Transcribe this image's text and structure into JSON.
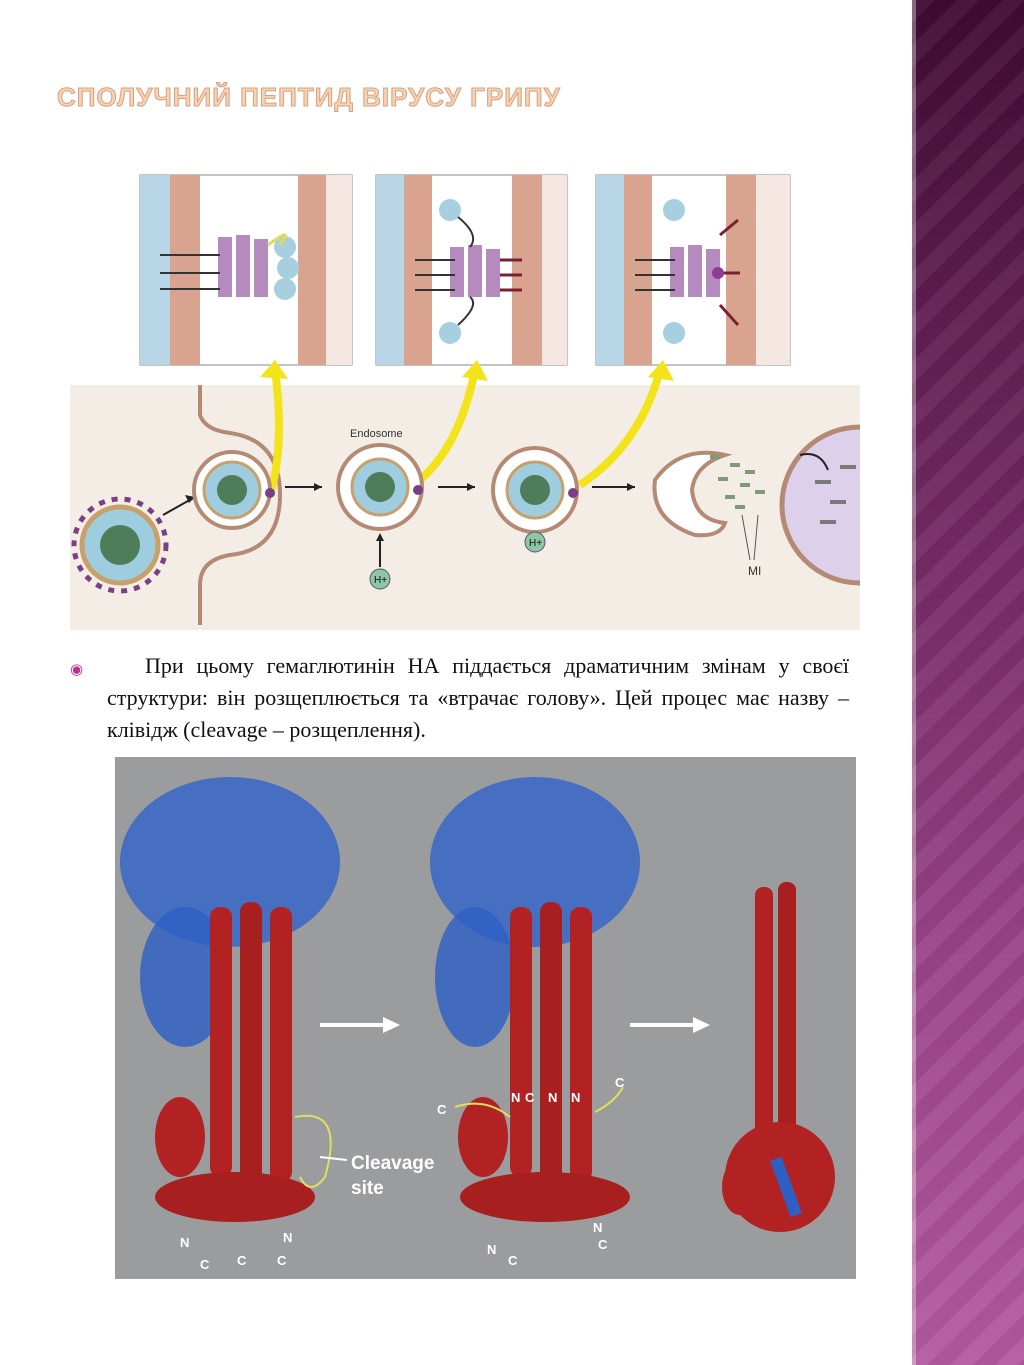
{
  "slide": {
    "title": "СПОЛУЧНИЙ ПЕПТИД ВІРУСУ ГРИПУ",
    "paragraph": "При цьому гемаглютинін НА піддається драматичним змінам у своєї структури: він розщеплюється та «втрачає голову». Цей процес має назву – клівідж (cleavage – розщеплення)."
  },
  "figure1": {
    "endosome_label": "Endosome",
    "proton_label_1": "H+",
    "proton_label_2": "H+",
    "m1_label": "MI"
  },
  "figure2": {
    "cleavage_label_line1": "Cleavage",
    "cleavage_label_line2": "site",
    "left_terminals": [
      "N",
      "C",
      "C",
      "N",
      "C"
    ],
    "middle_terminals": [
      "N",
      "C",
      "N",
      "N",
      "C",
      "C",
      "N",
      "C",
      "N",
      "C"
    ]
  },
  "colors": {
    "title": "#f6d3b3",
    "membrane": "#d9a48f",
    "hemagglutinin": "#b48abf",
    "arrow_yellow": "#f2e31a",
    "protein_blue": "#2d5fc4",
    "protein_red": "#b32222",
    "sidebar": "#7a2e6a"
  },
  "icons": {
    "bullet": "circle-bullet-icon"
  }
}
